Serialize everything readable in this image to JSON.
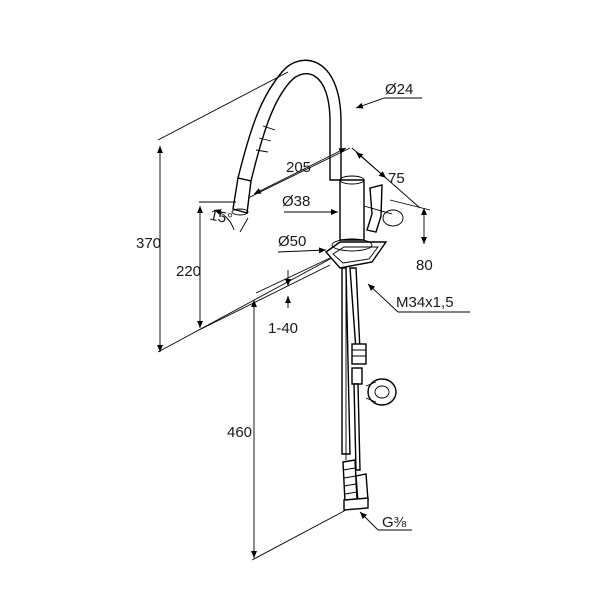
{
  "dimensions": {
    "height_total": "370",
    "spout_height": "220",
    "under_counter": "460",
    "spout_reach": "205",
    "lever_reach": "75",
    "lever_height": "80",
    "spout_diameter": "Ø24",
    "body_diameter": "Ø38",
    "base_diameter": "Ø50",
    "thread": "M34x1,5",
    "deck_thickness": "1-40",
    "connection": "G⅜",
    "spray_angle": "15°"
  }
}
